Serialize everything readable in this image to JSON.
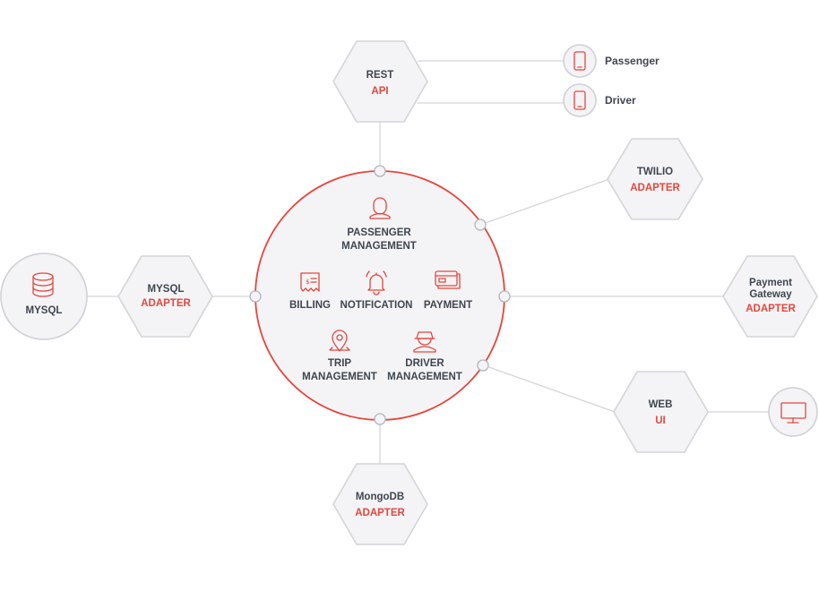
{
  "colors": {
    "accent": "#e5463d",
    "text": "#3f4650",
    "node_fill": "#f4f4f6",
    "line": "#d4d5da"
  },
  "core": {
    "passenger": {
      "line1": "PASSENGER",
      "line2": "MANAGEMENT",
      "icon": "user-icon"
    },
    "billing": {
      "label": "BILLING",
      "icon": "receipt-icon"
    },
    "notification": {
      "label": "NOTIFICATION",
      "icon": "bell-icon"
    },
    "payment": {
      "label": "PAYMENT",
      "icon": "credit-card-icon"
    },
    "trip": {
      "line1": "TRIP",
      "line2": "MANAGEMENT",
      "icon": "map-pin-icon"
    },
    "driver": {
      "line1": "DRIVER",
      "line2": "MANAGEMENT",
      "icon": "driver-icon"
    }
  },
  "adapters": {
    "rest": {
      "line1": "REST",
      "line2": "API"
    },
    "twilio": {
      "line1": "TWILIO",
      "line2": "ADAPTER"
    },
    "payment_gateway": {
      "line1": "Payment",
      "line2": "Gateway",
      "line3": "ADAPTER"
    },
    "web": {
      "line1": "WEB",
      "line2": "UI"
    },
    "mongodb": {
      "line1": "MongoDB",
      "line2": "ADAPTER"
    },
    "mysql": {
      "line1": "MYSQL",
      "line2": "ADAPTER"
    }
  },
  "endpoints": {
    "passenger": {
      "label": "Passenger",
      "icon": "smartphone-icon"
    },
    "driver": {
      "label": "Driver",
      "icon": "smartphone-icon"
    },
    "mysql_db": {
      "label": "MYSQL",
      "icon": "database-icon"
    },
    "monitor": {
      "icon": "monitor-icon"
    }
  }
}
